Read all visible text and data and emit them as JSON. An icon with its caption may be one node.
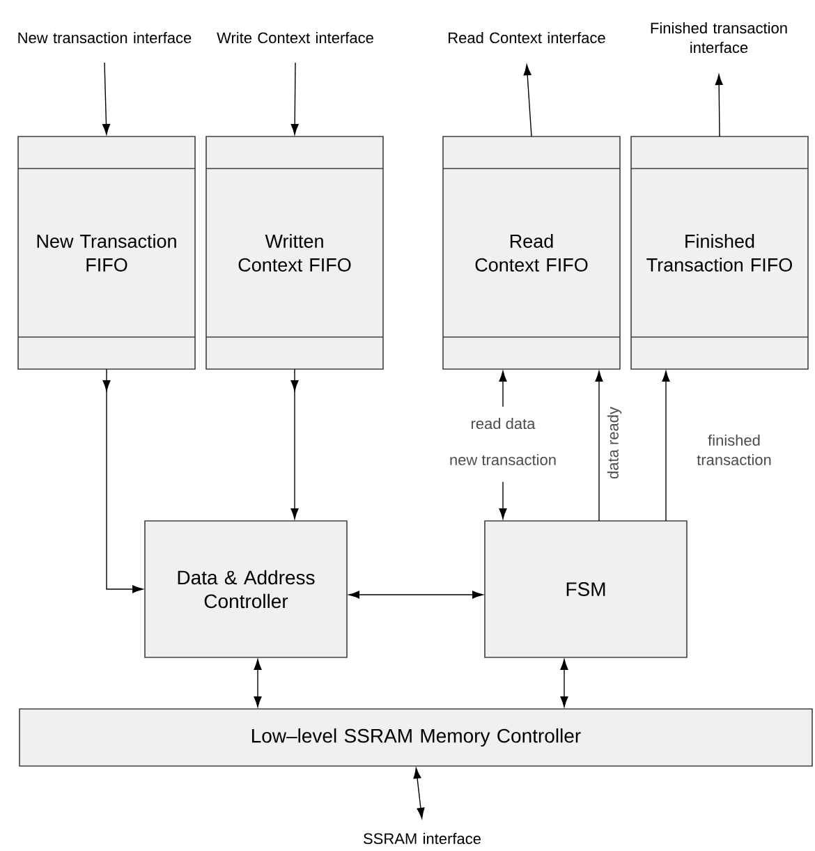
{
  "diagram": {
    "nodes": [
      {
        "text": [
          "New transaction interface"
        ]
      },
      {
        "text": [
          "Write Context interface"
        ]
      },
      {
        "text": [
          "Read Context interface"
        ]
      },
      {
        "text": [
          "Finished transaction interface"
        ]
      },
      {
        "text": [
          "New Transaction FIFO"
        ]
      },
      {
        "text": [
          "Written Context FIFO"
        ]
      },
      {
        "text": [
          "Read Context FIFO"
        ]
      },
      {
        "text": [
          "Finished Transaction FIFO"
        ]
      },
      {
        "text": [
          "Data & Address Controller"
        ]
      },
      {
        "text": [
          "FSM"
        ]
      },
      {
        "text": [
          "Low–level SSRAM Memory Controller"
        ]
      },
      {
        "text": [
          "SSRAM interface"
        ]
      }
    ],
    "edges": [
      {
        "from": 0,
        "to": 4,
        "arrow": "to"
      },
      {
        "from": 1,
        "to": 5,
        "arrow": "to"
      },
      {
        "from": 6,
        "to": 2,
        "arrow": "to"
      },
      {
        "from": 7,
        "to": 3,
        "arrow": "to"
      },
      {
        "from": 4,
        "to": 8,
        "arrow": "to"
      },
      {
        "from": 5,
        "to": 8,
        "arrow": "to"
      },
      {
        "from": null,
        "to": 6,
        "arrow": "to",
        "label": "read data"
      },
      {
        "from": null,
        "to": 9,
        "arrow": "to",
        "label": "new transaction"
      },
      {
        "from": 9,
        "to": 6,
        "arrow": "to",
        "label": "data ready"
      },
      {
        "from": 9,
        "to": 7,
        "arrow": "to",
        "label": "finished transaction"
      },
      {
        "from": 8,
        "to": 9,
        "arrow": "both"
      },
      {
        "from": 8,
        "to": 10,
        "arrow": "both"
      },
      {
        "from": 9,
        "to": 10,
        "arrow": "both"
      },
      {
        "from": 10,
        "to": 11,
        "arrow": "both"
      }
    ]
  }
}
